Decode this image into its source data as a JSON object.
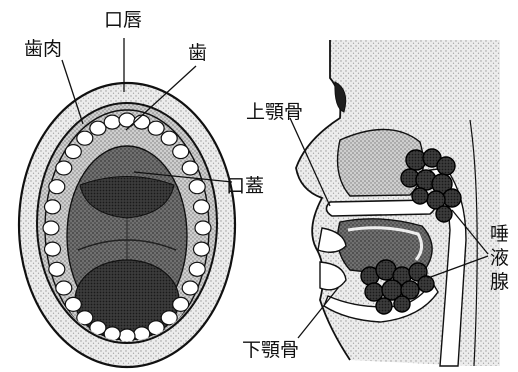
{
  "colors": {
    "ink": "#111111",
    "light_stipple": "#d9d9d9",
    "mid_stipple": "#b5b5b5",
    "dark_stipple": "#6e6e6e",
    "darkest": "#2a2a2a",
    "paper": "#ffffff"
  },
  "labels": {
    "lips": "口唇",
    "gums": "歯肉",
    "teeth": "歯",
    "palate": "口蓋",
    "maxilla": "上顎骨",
    "mandible": "下顎骨",
    "salivary_gland": [
      "唾",
      "液",
      "腺"
    ]
  }
}
